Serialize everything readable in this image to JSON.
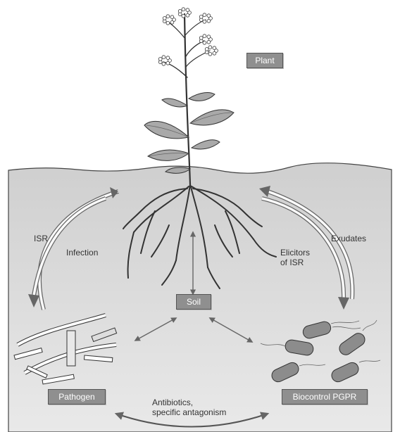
{
  "labels": {
    "plant": "Plant",
    "soil": "Soil",
    "pathogen": "Pathogen",
    "pgpr": "Biocontrol PGPR",
    "isr": "ISR",
    "infection": "Infection",
    "exudates": "Exudates",
    "elicitors_line1": "Elicitors",
    "elicitors_line2": "of ISR",
    "antibiotics_line1": "Antibiotics,",
    "antibiotics_line2": "specific antagonism"
  },
  "colors": {
    "soil": "#d6d6d6",
    "box": "#8f8f8f",
    "leaf": "#a9a9a9",
    "bacteria": "#8c8c8c",
    "outline": "#333333"
  }
}
